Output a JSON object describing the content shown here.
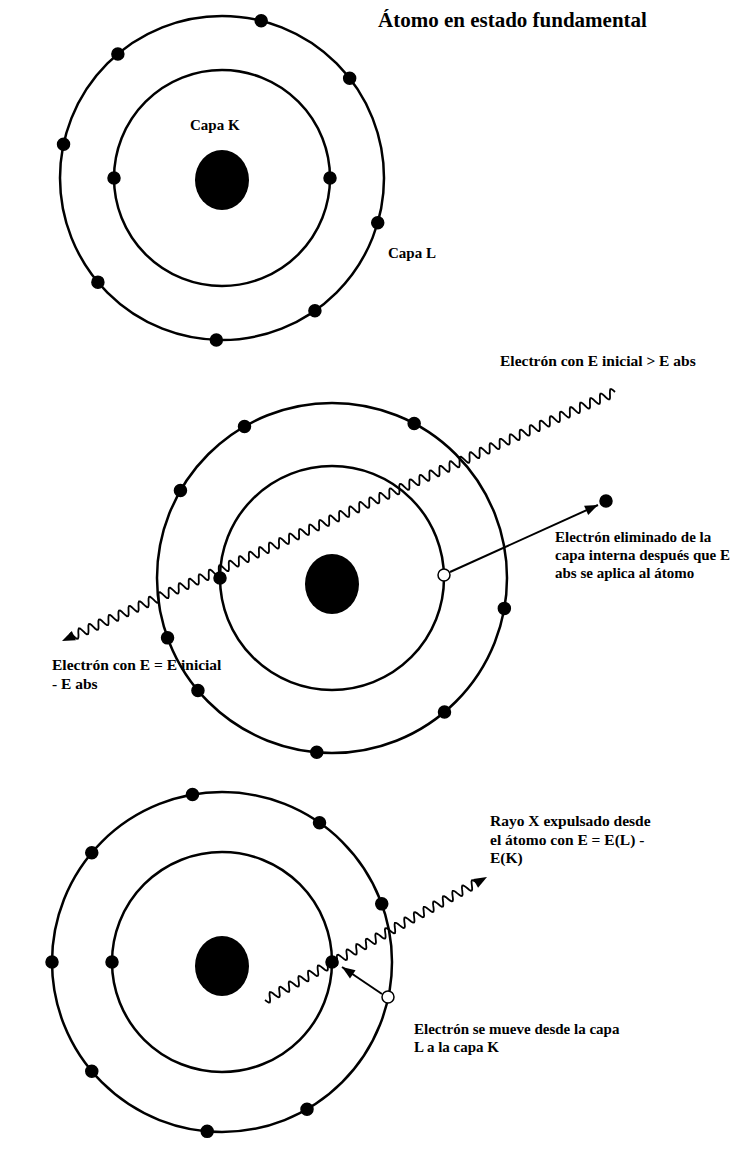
{
  "diagram": {
    "labels": [
      "Átomo en estado fundamental",
      "Capa K",
      "Capa L",
      "Electrón con E inicial > E abs",
      "Electrón eliminado de la capa interna después que E abs se aplica al átomo",
      "Electrón con E = E inicial - E abs",
      "Rayo X expulsado desde el átomo con E = E(L) - E(K)",
      "Electrón se mueve desde la capa L a la capa K"
    ]
  }
}
